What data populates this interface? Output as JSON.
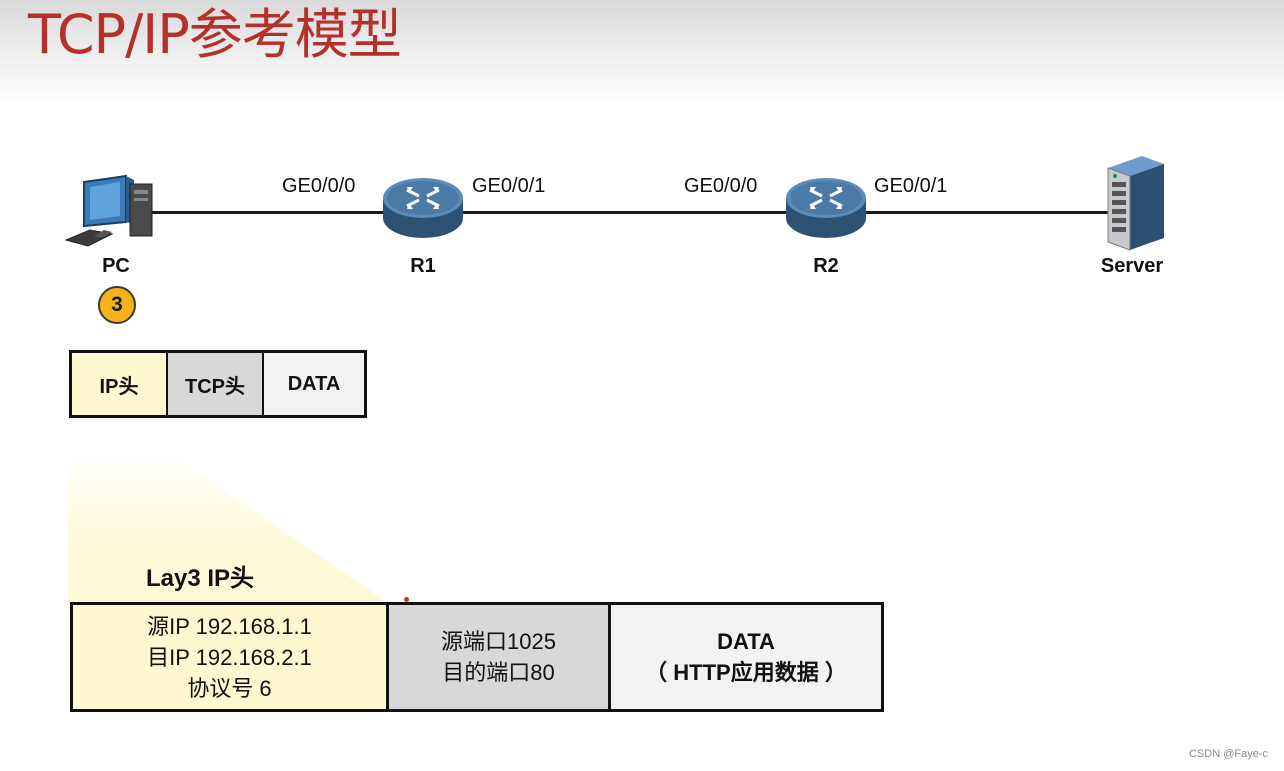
{
  "title": "TCP/IP参考模型",
  "topology": {
    "nodes": {
      "pc": "PC",
      "r1": "R1",
      "r2": "R2",
      "server": "Server"
    },
    "ports": {
      "r1_left": "GE0/0/0",
      "r1_right": "GE0/0/1",
      "r2_left": "GE0/0/0",
      "r2_right": "GE0/0/1"
    }
  },
  "step_badge": "3",
  "packet_small": [
    "IP头",
    "TCP头",
    "DATA"
  ],
  "lay3_title": "Lay3 IP头",
  "packet_large": {
    "ip": [
      "源IP 192.168.1.1",
      "目IP 192.168.2.1",
      "协议号 6"
    ],
    "tcp": [
      "源端口1025",
      "目的端口80"
    ],
    "data": [
      "DATA",
      "（ HTTP应用数据 ）"
    ]
  },
  "colors": {
    "title": "#b5302a",
    "ip_header_fill": "#fdf8cf",
    "tcp_header_fill": "#d8d8d8",
    "data_fill": "#f2f2f2",
    "badge": "#f6b319",
    "router": "#3f6f9a"
  },
  "credit": "CSDN @Faye-c"
}
